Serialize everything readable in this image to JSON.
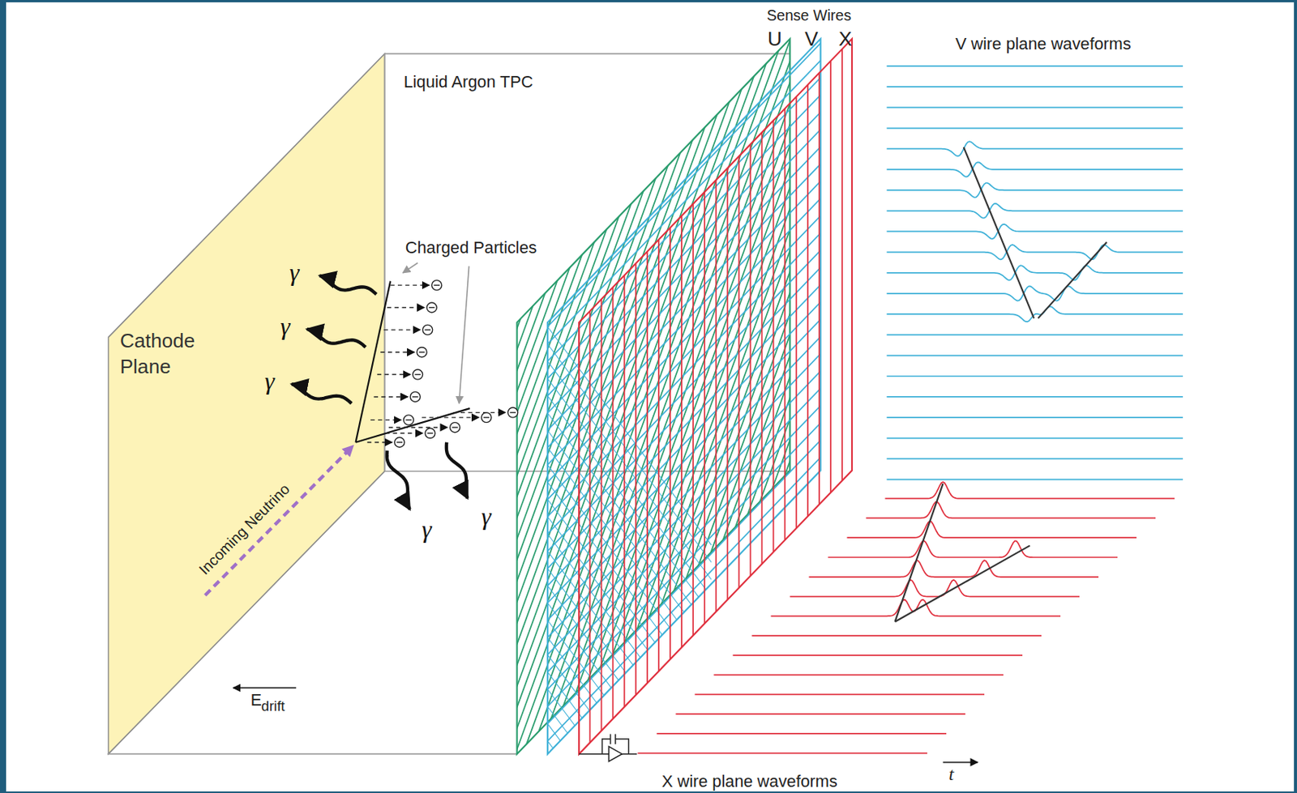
{
  "diagram": {
    "nodes": [
      {
        "text": [
          "Cathode Plane"
        ]
      }
    ],
    "labels": [
      "Liquid Argon TPC",
      "Sense Wires",
      "U",
      "V",
      "X",
      "V wire plane waveforms",
      "Charged Particles",
      "γ",
      "γ",
      "γ",
      "γ",
      "γ",
      "Incoming Neutrino",
      "E",
      "drift",
      "X wire plane waveforms",
      "t"
    ]
  }
}
